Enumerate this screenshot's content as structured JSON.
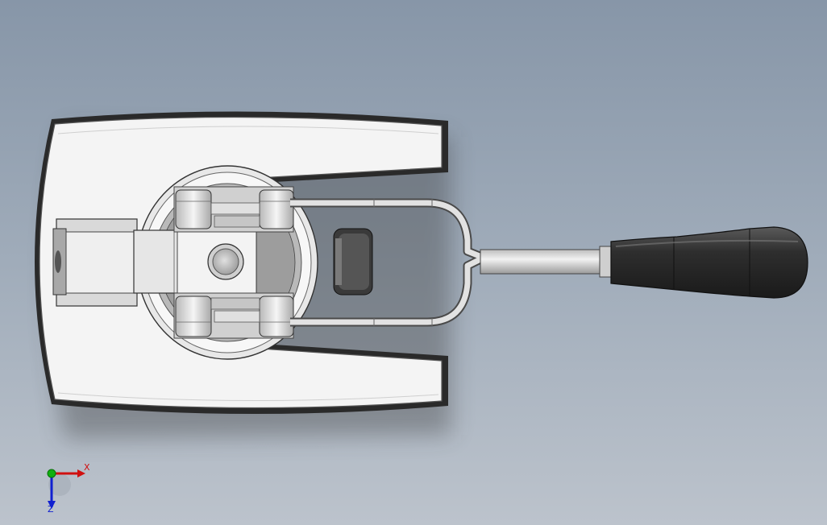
{
  "viewport": {
    "background_top": "#8796a8",
    "background_bottom": "#bcc3cc"
  },
  "model": {
    "icon": "gear-shift-lever-assembly",
    "base_color": "#f4f4f4",
    "handle_color": "#3a3a3a",
    "metal_color": "#d6d6d6"
  },
  "triad": {
    "x_label": "X",
    "z_label": "Z",
    "x_color": "#d01010",
    "y_color": "#10b010",
    "z_color": "#1020d0"
  }
}
